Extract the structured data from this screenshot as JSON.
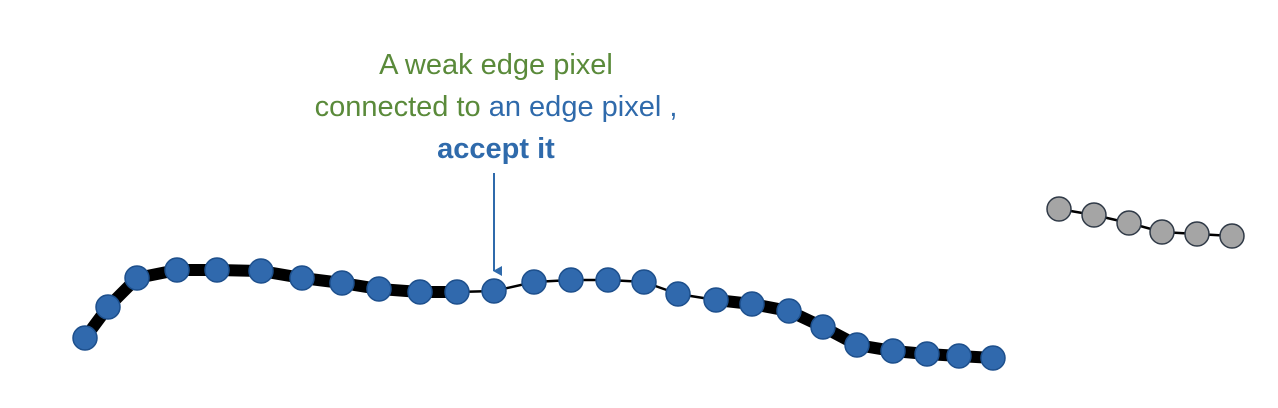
{
  "caption": {
    "line1": "A weak edge pixel",
    "line2_part1": "connected to",
    "line2_part2": " an edge pixel ,",
    "line3": "accept it"
  },
  "colors": {
    "edge_pixel": "#3069ad",
    "edge_pixel_outline": "#1d4f8c",
    "weak_pixel": "#a5a5a5",
    "weak_pixel_outline": "#303a47",
    "strong_link": "#000000",
    "text_green": "#5a8a3a",
    "text_blue": "#2f6aab",
    "arrow": "#2f6aab"
  }
}
